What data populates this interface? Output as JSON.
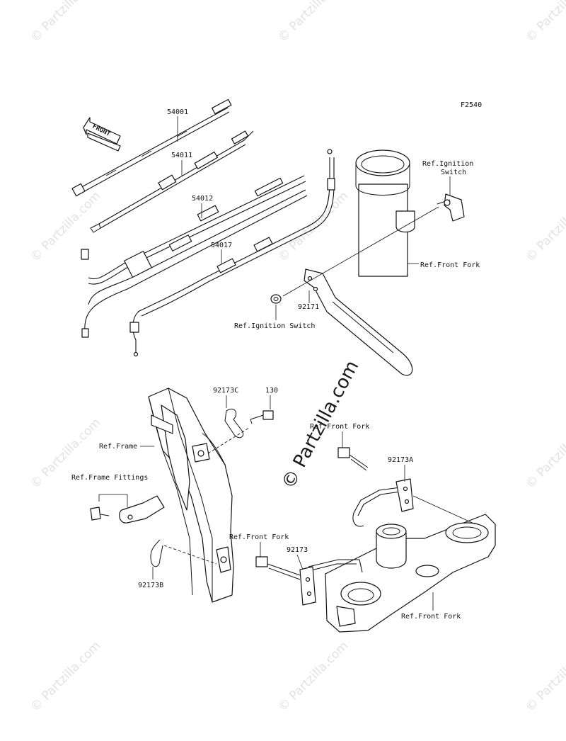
{
  "diagram_code": "F2540",
  "direction_arrow": {
    "label": "FRONT",
    "icon": "front-arrow-icon"
  },
  "labels": {
    "p54001": "54001",
    "p54011": "54011",
    "p54012": "54012",
    "p54017": "54017",
    "p92171": "92171",
    "p92173": "92173",
    "p92173a": "92173A",
    "p92173b": "92173B",
    "p92173c": "92173C",
    "p130": "130",
    "ref_ignition_switch_top_1": "Ref.Ignition",
    "ref_ignition_switch_top_2": "Switch",
    "ref_ignition_switch": "Ref.Ignition Switch",
    "ref_front_fork_1": "Ref.Front Fork",
    "ref_front_fork_2": "Ref.Front Fork",
    "ref_front_fork_3": "Ref.Front Fork",
    "ref_front_fork_4": "Ref.Front Fork",
    "ref_frame": "Ref.Frame",
    "ref_frame_fittings": "Ref.Frame Fittings"
  },
  "watermark": {
    "text": "© Partzilla.com",
    "center_text": "© Partzilla.com"
  },
  "colors": {
    "line": "#111111",
    "watermark": "#e2e2e2",
    "background": "#ffffff"
  }
}
